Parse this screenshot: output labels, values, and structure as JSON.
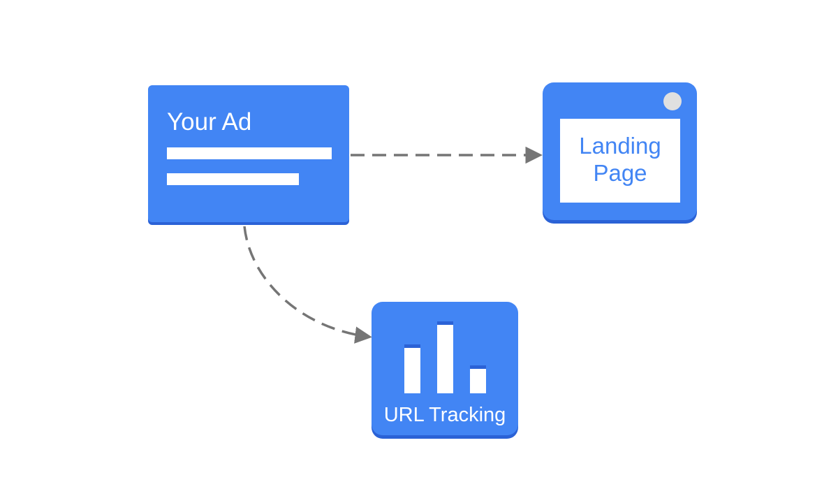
{
  "diagram": {
    "nodes": {
      "ad": {
        "title": "Your Ad"
      },
      "landing": {
        "line1": "Landing",
        "line2": "Page"
      },
      "tracking": {
        "label": "URL Tracking"
      }
    },
    "edges": [
      {
        "from": "ad",
        "to": "landing",
        "style": "dashed"
      },
      {
        "from": "ad",
        "to": "tracking",
        "style": "dashed"
      }
    ],
    "colors": {
      "node_fill": "#4285f4",
      "node_shadow": "#2b62d6",
      "node_text_on_blue": "#ffffff",
      "landing_text": "#4285f4",
      "connector": "#757575",
      "browser_dot": "#e0e0e0",
      "background": "#ffffff"
    }
  }
}
